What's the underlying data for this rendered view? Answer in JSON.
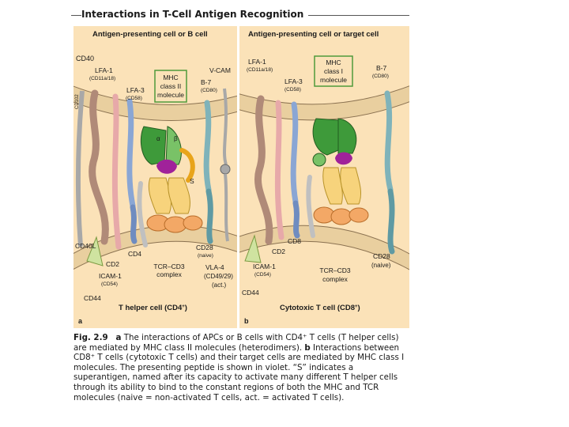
{
  "header": {
    "title": "Interactions in T-Cell Antigen Recognition"
  },
  "panel_a": {
    "top_cell": "Antigen-presenting cell or B cell",
    "bottom_cell": "T helper cell (CD4",
    "bottom_cell_sup": "+",
    "bottom_cell_end": ")",
    "letter": "a",
    "labels": {
      "cd40": "CD40",
      "lfa1": "LFA-1",
      "lfa1_sub": "(CD11a/18)",
      "lfa3": "LFA-3",
      "lfa3_sub": "(CD58)",
      "mhc_line1": "MHC",
      "mhc_line2": "class II",
      "mhc_line3": "molecule",
      "vcam": "V-CAM",
      "b7": "B-7",
      "b7_sub": "(CD80)",
      "s": "S",
      "cd40l": "CD40L",
      "cd4": "CD4",
      "cd2": "CD2",
      "icam1": "ICAM-1",
      "icam1_sub": "(CD54)",
      "cd44": "CD44",
      "tcr_line1": "TCR–CD3",
      "tcr_line2": "complex",
      "cd28": "CD28",
      "cd28_sub": "(naive)",
      "vla4": "VLA-4",
      "vla4_sub1": "(CD49/29)",
      "vla4_sub2": "(act.)",
      "side": "CD102",
      "d1": "α",
      "d2": "β"
    }
  },
  "panel_b": {
    "top_cell": "Antigen-presenting cell or target cell",
    "bottom_cell": "Cytotoxic T cell (CD8",
    "bottom_cell_sup": "+",
    "bottom_cell_end": ")",
    "letter": "b",
    "labels": {
      "lfa1": "LFA-1",
      "lfa1_sub": "(CD11a/18)",
      "lfa3": "LFA-3",
      "lfa3_sub": "(CD58)",
      "mhc_line1": "MHC",
      "mhc_line2": "class I",
      "mhc_line3": "molecule",
      "b7": "B-7",
      "b7_sub": "(CD80)",
      "cd8": "CD8",
      "cd2": "CD2",
      "icam1": "ICAM-1",
      "icam1_sub": "(CD54)",
      "cd44": "CD44",
      "tcr_line1": "TCR–CD3",
      "tcr_line2": "complex",
      "cd28": "CD28",
      "cd28_sub": "(naive)"
    }
  },
  "caption": {
    "lead": "Fig. 2.9",
    "a_label": "a",
    "a_text": "The interactions of APCs or B cells with CD4⁺ T cells (T helper cells) are mediated by MHC class II molecules (heterodimers).",
    "b_label": "b",
    "b_text": "Interactions between CD8⁺ T cells (cytotoxic T cells) and their target cells are mediated by MHC class I molecules. The presenting peptide is shown in violet. “S” indicates a superantigen, named after its capacity to activate many different T helper cells through its ability to bind to the constant regions of both the MHC and TCR molecules (naive = non-activated T cells, act. = activated T cells)."
  },
  "colors": {
    "panel_bg": "#fbe2b8",
    "membrane": "#e9cf9f",
    "membrane_line": "#8a7150",
    "mhc_green": "#3e9a3a",
    "mhc_green_light": "#79c267",
    "peptide_violet": "#a0229a",
    "tcr_yellow": "#f7d37c",
    "cd3_orange": "#f3a866",
    "superantigen": "#e8a41a",
    "lfa1_brown": "#b08a78",
    "lfa3_blue": "#8aa6d4",
    "pink": "#e7a9a9",
    "teal": "#7fb3ba",
    "grey": "#a8a8a8"
  }
}
